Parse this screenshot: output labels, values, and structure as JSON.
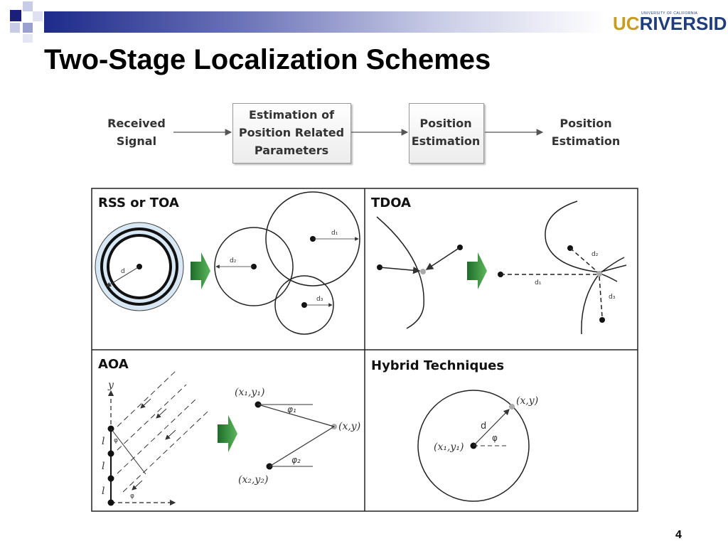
{
  "slide": {
    "title": "Two-Stage Localization Schemes",
    "page_number": "4"
  },
  "logo": {
    "uc": "UC",
    "riverside": "RIVERSIDE",
    "university": "UNIVERSITY OF CALIFORNIA"
  },
  "flowchart": {
    "input": "Received Signal",
    "stage1": "Estimation of Position Related Parameters",
    "stage2": "Position Estimation",
    "output": "Position Estimation"
  },
  "panels": {
    "rss_toa": {
      "title": "RSS or TOA",
      "d": "d",
      "d1": "d₁",
      "d2": "d₂",
      "d3": "d₃"
    },
    "tdoa": {
      "title": "TDOA",
      "d1": "d₁",
      "d2": "d₂",
      "d3": "d₃"
    },
    "aoa": {
      "title": "AOA",
      "y_axis": "y",
      "l": "l",
      "phi": "φ",
      "p1": "(x₁,y₁)",
      "p2": "(x₂,y₂)",
      "target": "(x,y)",
      "phi1": "φ₁",
      "phi2": "φ₂"
    },
    "hybrid": {
      "title": "Hybrid Techniques",
      "target": "(x,y)",
      "anchor": "(x₁,y₁)",
      "d": "d",
      "phi": "φ"
    }
  }
}
